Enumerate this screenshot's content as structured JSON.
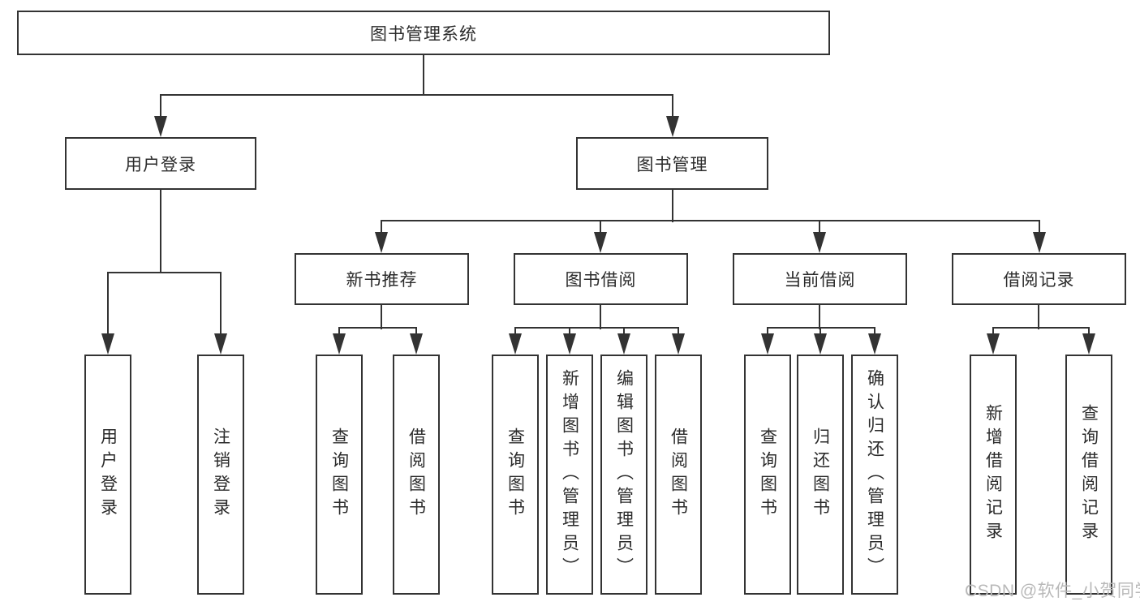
{
  "diagram": {
    "root": {
      "label": "图书管理系统"
    },
    "level2": [
      {
        "id": "user-login",
        "label": "用户登录"
      },
      {
        "id": "book-management",
        "label": "图书管理"
      }
    ],
    "level3": [
      {
        "id": "new-book-recommend",
        "label": "新书推荐"
      },
      {
        "id": "book-borrow",
        "label": "图书借阅"
      },
      {
        "id": "current-borrow",
        "label": "当前借阅"
      },
      {
        "id": "borrow-records",
        "label": "借阅记录"
      }
    ],
    "leaves": [
      {
        "id": "user-login-action",
        "label": "用户登录"
      },
      {
        "id": "logout-action",
        "label": "注销登录"
      },
      {
        "id": "recommend-query-book",
        "label": "查询图书"
      },
      {
        "id": "recommend-borrow-book",
        "label": "借阅图书"
      },
      {
        "id": "borrow-query-book",
        "label": "查询图书"
      },
      {
        "id": "borrow-add-book-admin",
        "label": "新增图书（管理员）"
      },
      {
        "id": "borrow-edit-book-admin",
        "label": "编辑图书（管理员）"
      },
      {
        "id": "borrow-borrow-book",
        "label": "借阅图书"
      },
      {
        "id": "current-query-book",
        "label": "查询图书"
      },
      {
        "id": "current-return-book",
        "label": "归还图书"
      },
      {
        "id": "current-confirm-return-admin",
        "label": "确认归还（管理员）"
      },
      {
        "id": "records-add-record",
        "label": "新增借阅记录"
      },
      {
        "id": "records-query-record",
        "label": "查询借阅记录"
      }
    ],
    "colors": {
      "line": "#333333",
      "text": "#2b2b2b",
      "box_background": "#ffffff",
      "watermark": "#b9b9b9",
      "page_background": "#ffffff"
    },
    "watermark": {
      "label": "CSDN @软件_小贺同学"
    }
  }
}
